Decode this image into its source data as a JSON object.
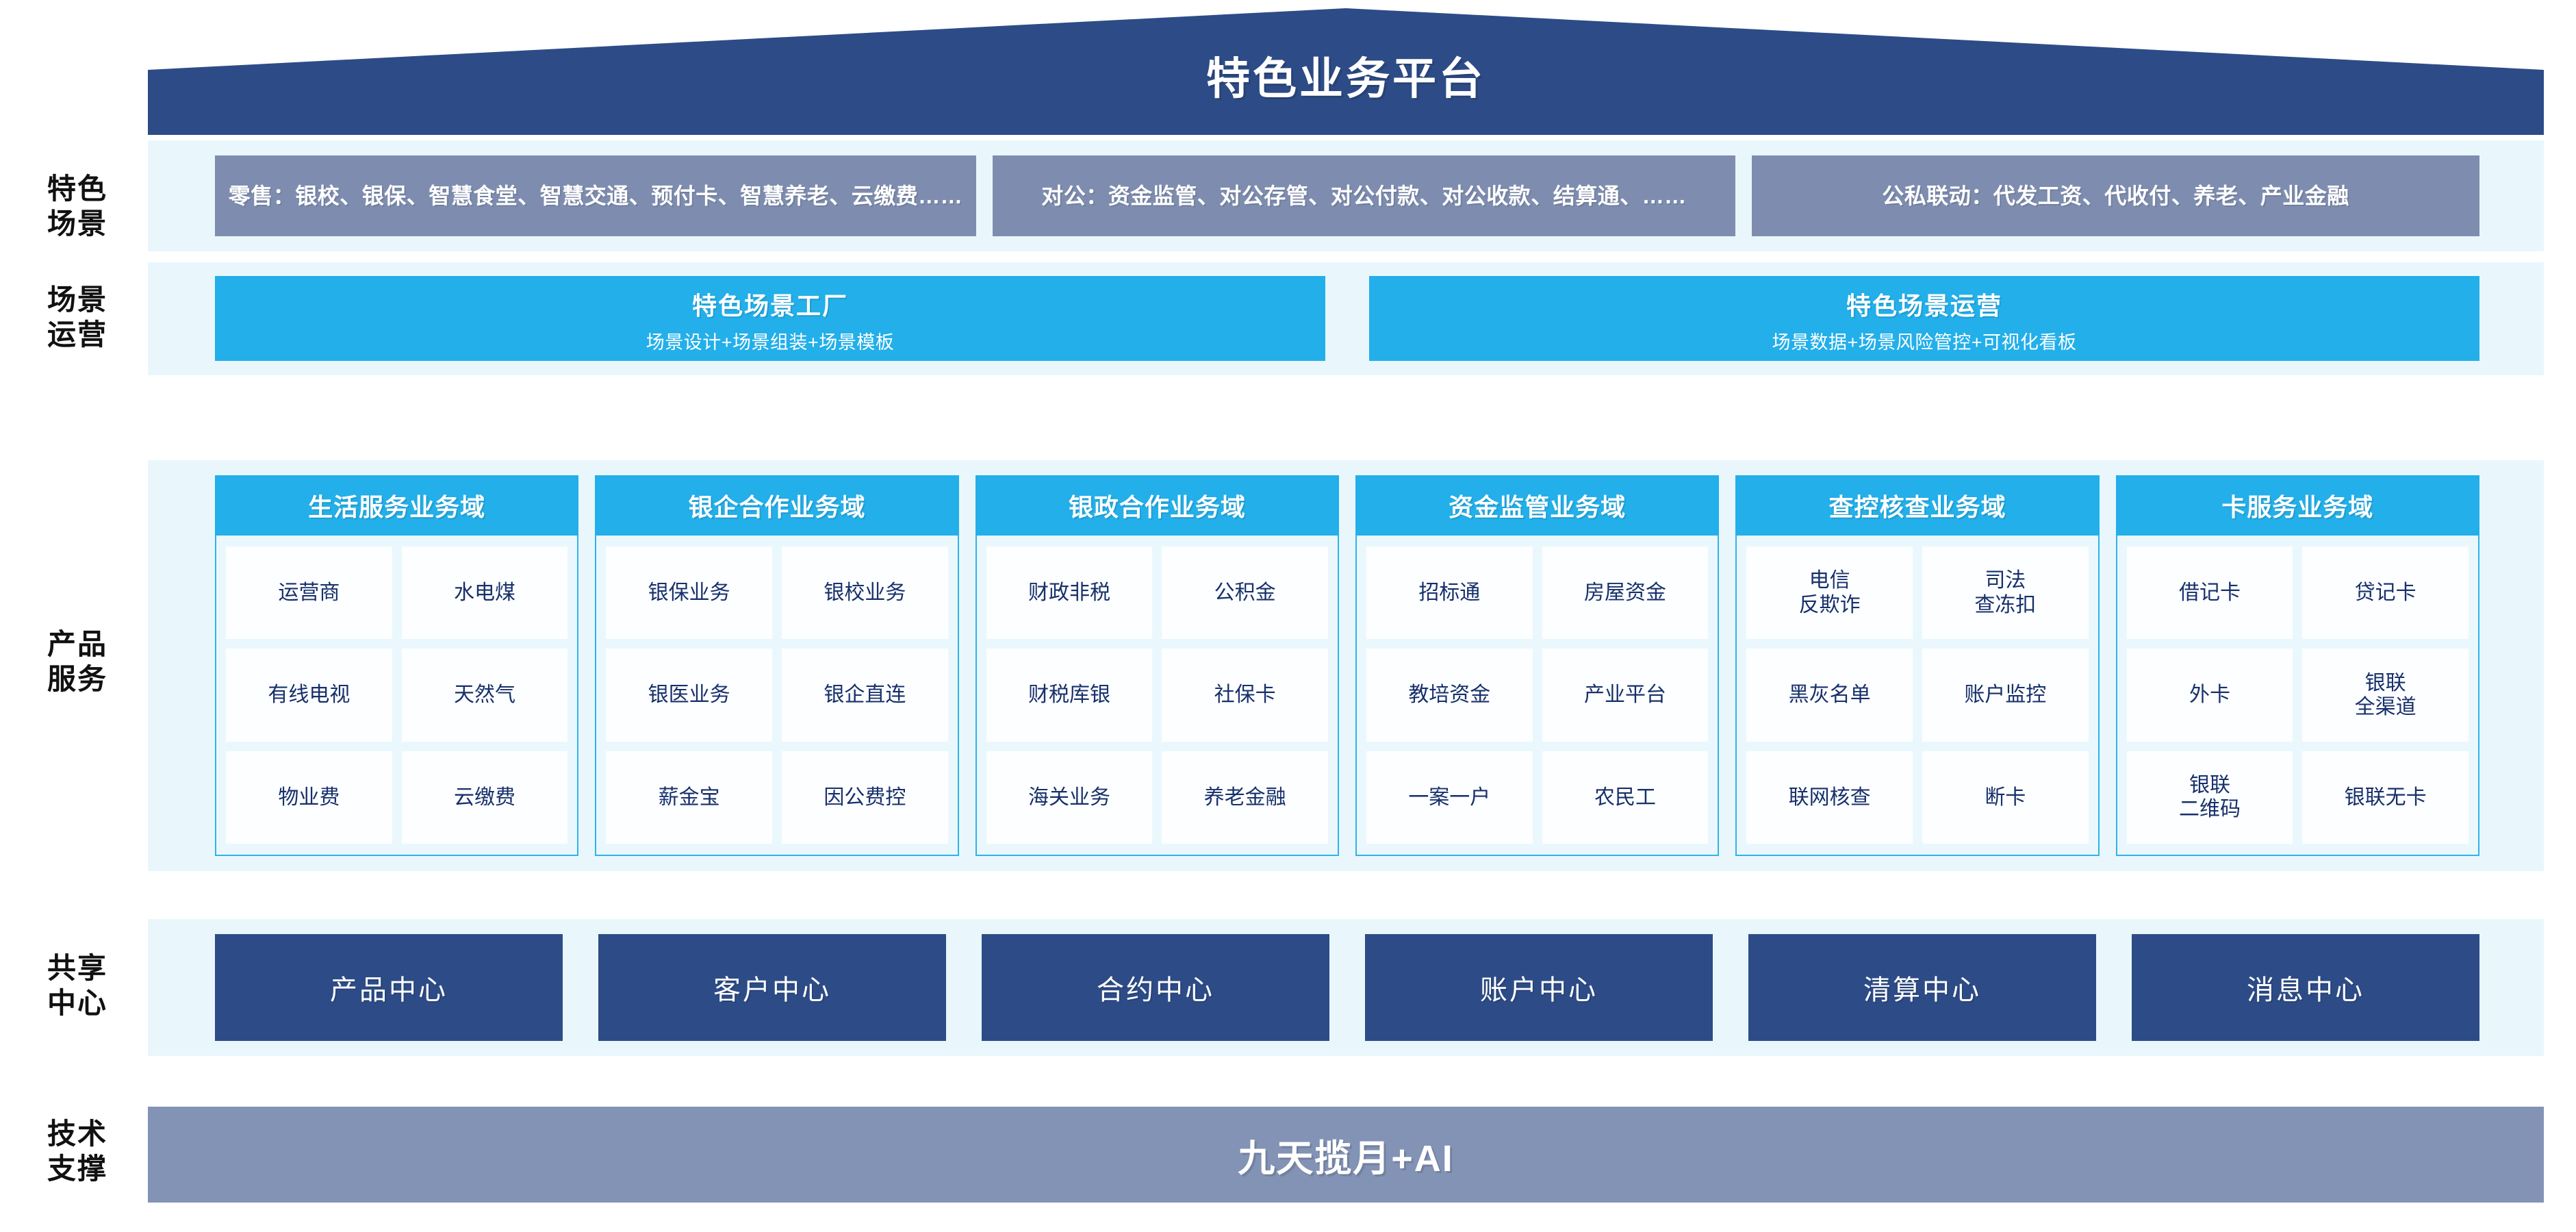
{
  "header": {
    "title": "特色业务平台"
  },
  "row_labels": {
    "scenario": "特色\n场景",
    "operation": "场景\n运营",
    "product": "产品\n服务",
    "shared": "共享\n中心",
    "tech": "技术\n支撑"
  },
  "scenarios": [
    {
      "name": "retail",
      "text": "零售：银校、银保、智慧食堂、智慧交通、预付卡、智慧养老、云缴费……"
    },
    {
      "name": "corporate",
      "text": "对公：资金监管、对公存管、对公付款、对公收款、结算通、……"
    },
    {
      "name": "public-private",
      "text": "公私联动：代发工资、代收付、养老、产业金融"
    }
  ],
  "operations": [
    {
      "title": "特色场景工厂",
      "subtitle": "场景设计+场景组装+场景模板"
    },
    {
      "title": "特色场景运营",
      "subtitle": "场景数据+场景风险管控+可视化看板"
    }
  ],
  "domains": [
    {
      "title": "生活服务业务域",
      "rows": [
        [
          "运营商",
          "水电煤"
        ],
        [
          "有线电视",
          "天然气"
        ],
        [
          "物业费",
          "云缴费"
        ]
      ]
    },
    {
      "title": "银企合作业务域",
      "rows": [
        [
          "银保业务",
          "银校业务"
        ],
        [
          "银医业务",
          "银企直连"
        ],
        [
          "薪金宝",
          "因公费控"
        ]
      ]
    },
    {
      "title": "银政合作业务域",
      "rows": [
        [
          "财政非税",
          "公积金"
        ],
        [
          "财税库银",
          "社保卡"
        ],
        [
          "海关业务",
          "养老金融"
        ]
      ]
    },
    {
      "title": "资金监管业务域",
      "rows": [
        [
          "招标通",
          "房屋资金"
        ],
        [
          "教培资金",
          "产业平台"
        ],
        [
          "一案一户",
          "农民工"
        ]
      ]
    },
    {
      "title": "查控核查业务域",
      "rows": [
        [
          "电信\n反欺诈",
          "司法\n查冻扣"
        ],
        [
          "黑灰名单",
          "账户监控"
        ],
        [
          "联网核查",
          "断卡"
        ]
      ]
    },
    {
      "title": "卡服务业务域",
      "rows": [
        [
          "借记卡",
          "贷记卡"
        ],
        [
          "外卡",
          "银联\n全渠道"
        ],
        [
          "银联\n二维码",
          "银联无卡"
        ]
      ]
    }
  ],
  "shared_centers": [
    "产品中心",
    "客户中心",
    "合约中心",
    "账户中心",
    "清算中心",
    "消息中心"
  ],
  "tech_support": {
    "label": "九天揽月+AI"
  },
  "colors": {
    "navy": "#2D4C87",
    "cyan": "#23AFE9",
    "slate": "#7E8DAF",
    "slate_bar": "#8293B6",
    "band_bg": "#E9F7FD",
    "tile_text": "#17306B"
  }
}
